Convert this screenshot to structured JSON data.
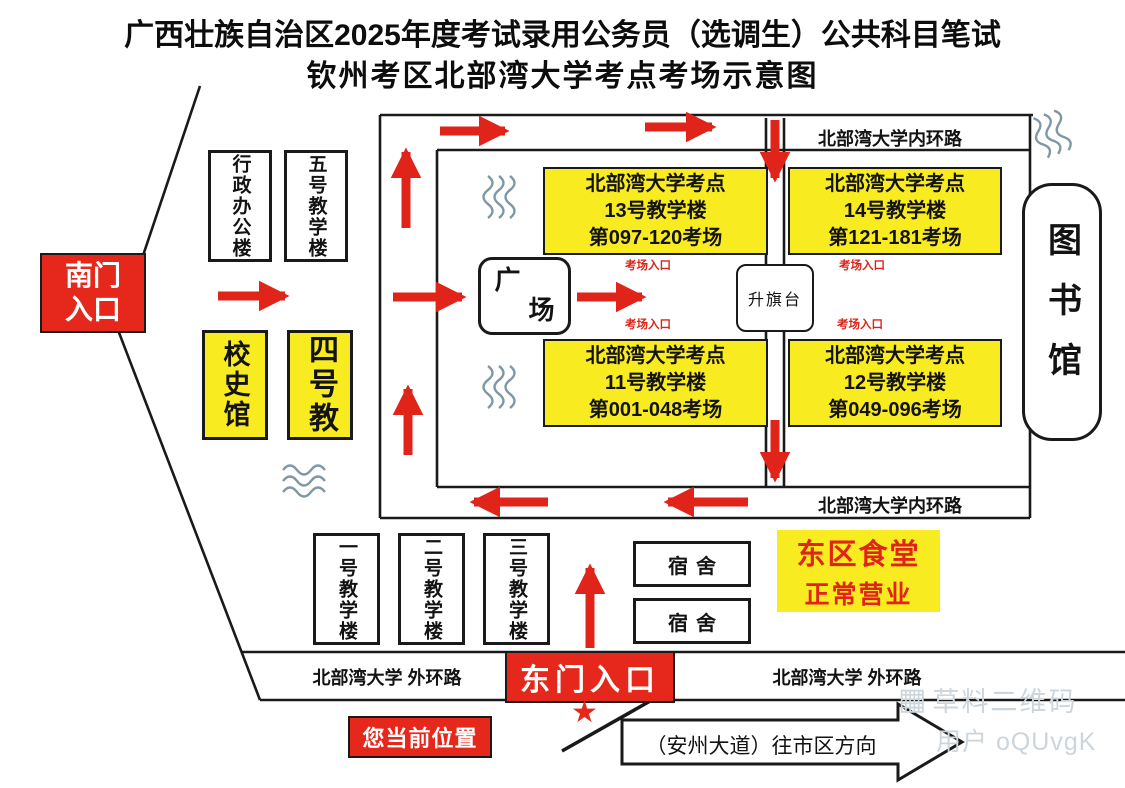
{
  "title": {
    "line1": "广西壮族自治区2025年度考试录用公务员（选调生）公共科目笔试",
    "line2": "钦州考区北部湾大学考点考场示意图"
  },
  "gates": {
    "south": "南门入口",
    "east": "东门入口"
  },
  "buildings": {
    "admin_office": "行政办公楼",
    "teaching_no5": "五号教学楼",
    "school_history": "校史馆",
    "teaching_no4": "四号教",
    "square_char1": "广",
    "square_char2": "场",
    "flag_platform": "升旗台",
    "library": "图书馆",
    "teaching_no1": "一号教学楼",
    "teaching_no2": "二号教学楼",
    "teaching_no3": "三号教学楼",
    "dorm_top": "宿舍",
    "dorm_bottom": "宿舍",
    "canteen_name": "东区食堂",
    "canteen_status": "正常营业"
  },
  "exam_buildings": [
    {
      "site": "北部湾大学考点",
      "building": "13号教学楼",
      "rooms": "第097-120考场"
    },
    {
      "site": "北部湾大学考点",
      "building": "14号教学楼",
      "rooms": "第121-181考场"
    },
    {
      "site": "北部湾大学考点",
      "building": "11号教学楼",
      "rooms": "第001-048考场"
    },
    {
      "site": "北部湾大学考点",
      "building": "12号教学楼",
      "rooms": "第049-096考场"
    }
  ],
  "exam_entrance_labels": [
    "考场入口",
    "考场入口",
    "考场入口",
    "考场入口"
  ],
  "roads": {
    "inner_ring_top": "北部湾大学内环路",
    "inner_ring_bottom": "北部湾大学内环路",
    "outer_ring_left": "北部湾大学 外环路",
    "outer_ring_right": "北部湾大学 外环路"
  },
  "markers": {
    "current_location": "您当前位置",
    "city_direction": "（安州大道）往市区方向",
    "star": "★"
  },
  "watermark": {
    "icon": "▦",
    "brand": "草料二维码",
    "user": "用户 oQUvgK"
  },
  "colors": {
    "accent_red": "#e5281b",
    "highlight_yellow": "#f8ec20",
    "line_black": "#1a1a1a",
    "wave_blue": "#7f98a6"
  }
}
